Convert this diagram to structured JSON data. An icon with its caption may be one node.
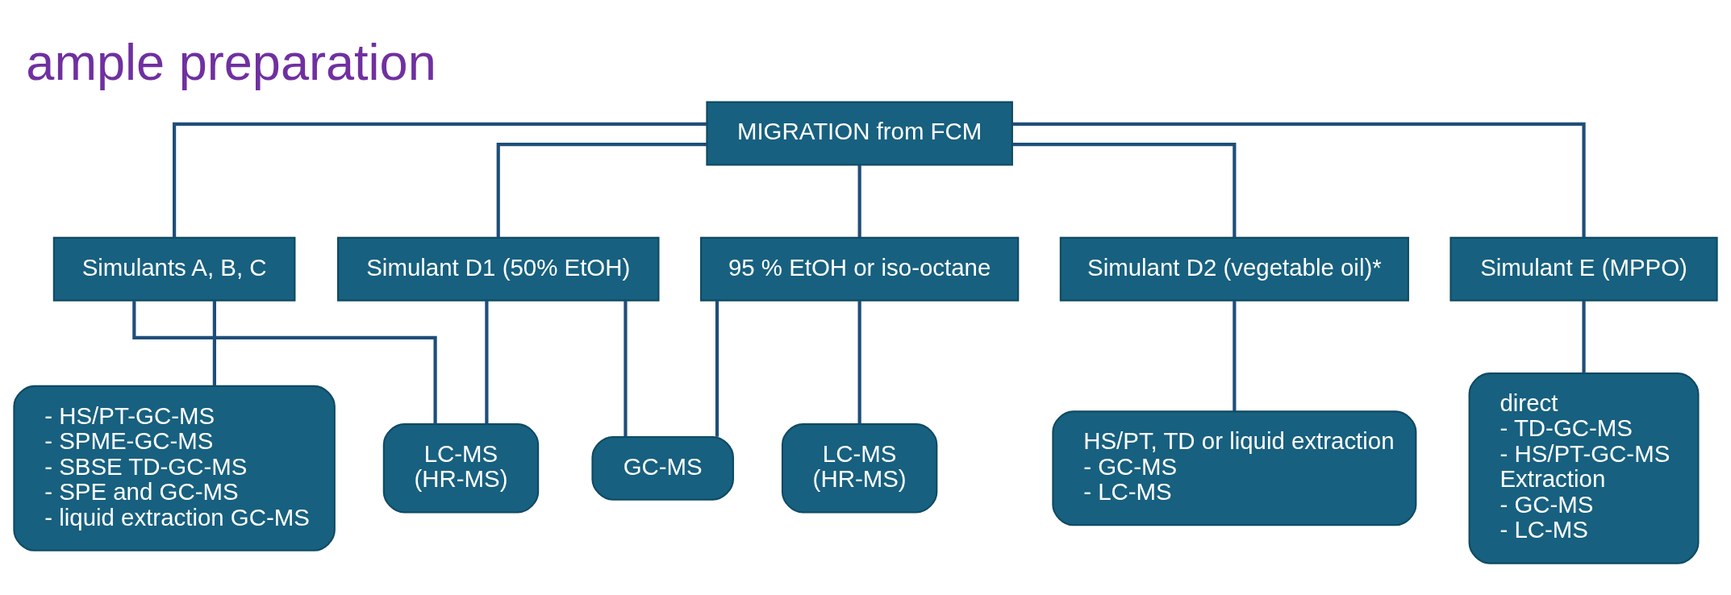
{
  "diagram": {
    "title": "ample preparation",
    "nodes": [
      {
        "text": [
          "MIGRATION from FCM"
        ]
      },
      {
        "text": [
          "Simulants A, B, C"
        ]
      },
      {
        "text": [
          "Simulant D1 (50% EtOH)"
        ]
      },
      {
        "text": [
          "95 % EtOH or iso-octane"
        ]
      },
      {
        "text": [
          "Simulant D2 (vegetable oil)*"
        ]
      },
      {
        "text": [
          "Simulant E (MPPO)"
        ]
      },
      {
        "text": [
          "- HS/PT-GC-MS",
          "- SPME-GC-MS",
          "- SBSE TD-GC-MS",
          "- SPE and GC-MS",
          "- liquid extraction GC-MS"
        ]
      },
      {
        "text": [
          "LC-MS",
          "(HR-MS)"
        ]
      },
      {
        "text": [
          "GC-MS"
        ]
      },
      {
        "text": [
          "LC-MS",
          "(HR-MS)"
        ]
      },
      {
        "text": [
          "HS/PT, TD or liquid extraction",
          "- GC-MS",
          "- LC-MS"
        ]
      },
      {
        "text": [
          "direct",
          "- TD-GC-MS",
          "- HS/PT-GC-MS",
          "Extraction",
          "- GC-MS",
          "- LC-MS"
        ]
      }
    ],
    "edges": [
      {
        "from": 0,
        "to": 1,
        "arrow": "none"
      },
      {
        "from": 0,
        "to": 2,
        "arrow": "none"
      },
      {
        "from": 0,
        "to": 3,
        "arrow": "none"
      },
      {
        "from": 0,
        "to": 4,
        "arrow": "none"
      },
      {
        "from": 0,
        "to": 5,
        "arrow": "none"
      },
      {
        "from": 1,
        "to": 6,
        "arrow": "none"
      },
      {
        "from": 1,
        "to": 7,
        "arrow": "none"
      },
      {
        "from": 2,
        "to": 7,
        "arrow": "none"
      },
      {
        "from": 2,
        "to": 8,
        "arrow": "none"
      },
      {
        "from": 3,
        "to": 8,
        "arrow": "none"
      },
      {
        "from": 3,
        "to": 9,
        "arrow": "none"
      },
      {
        "from": 4,
        "to": 10,
        "arrow": "none"
      },
      {
        "from": 5,
        "to": 11,
        "arrow": "none"
      }
    ]
  }
}
